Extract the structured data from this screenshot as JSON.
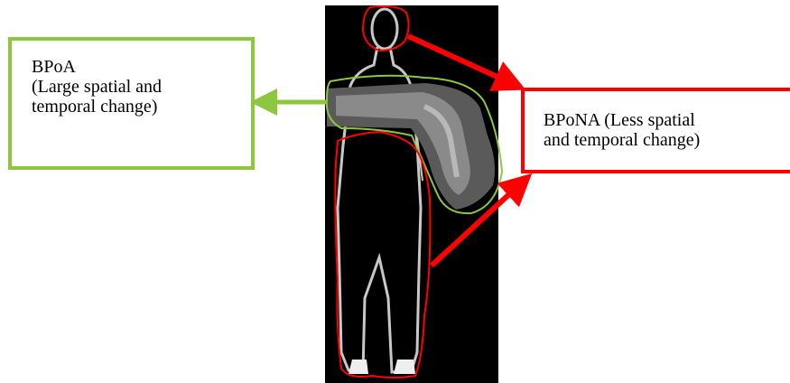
{
  "boxes": {
    "bpoa": {
      "lines": [
        "BPoA",
        "(Large spatial and",
        "temporal change)"
      ],
      "border_color": "#8dc63f"
    },
    "bponna": {
      "lines": [
        "BPoNA (Less spatial",
        "and temporal change)"
      ],
      "border_color": "#ff0000"
    }
  },
  "image": {
    "background": "#000000",
    "silhouette_color": "#c8c8c8",
    "arm_motion_color": "#6e6e6e"
  },
  "outlines": {
    "active_color": "#8dc63f",
    "non_active_color": "#ff0000"
  },
  "arrows": {
    "green_color": "#8dc63f",
    "red_color": "#ff0000"
  }
}
